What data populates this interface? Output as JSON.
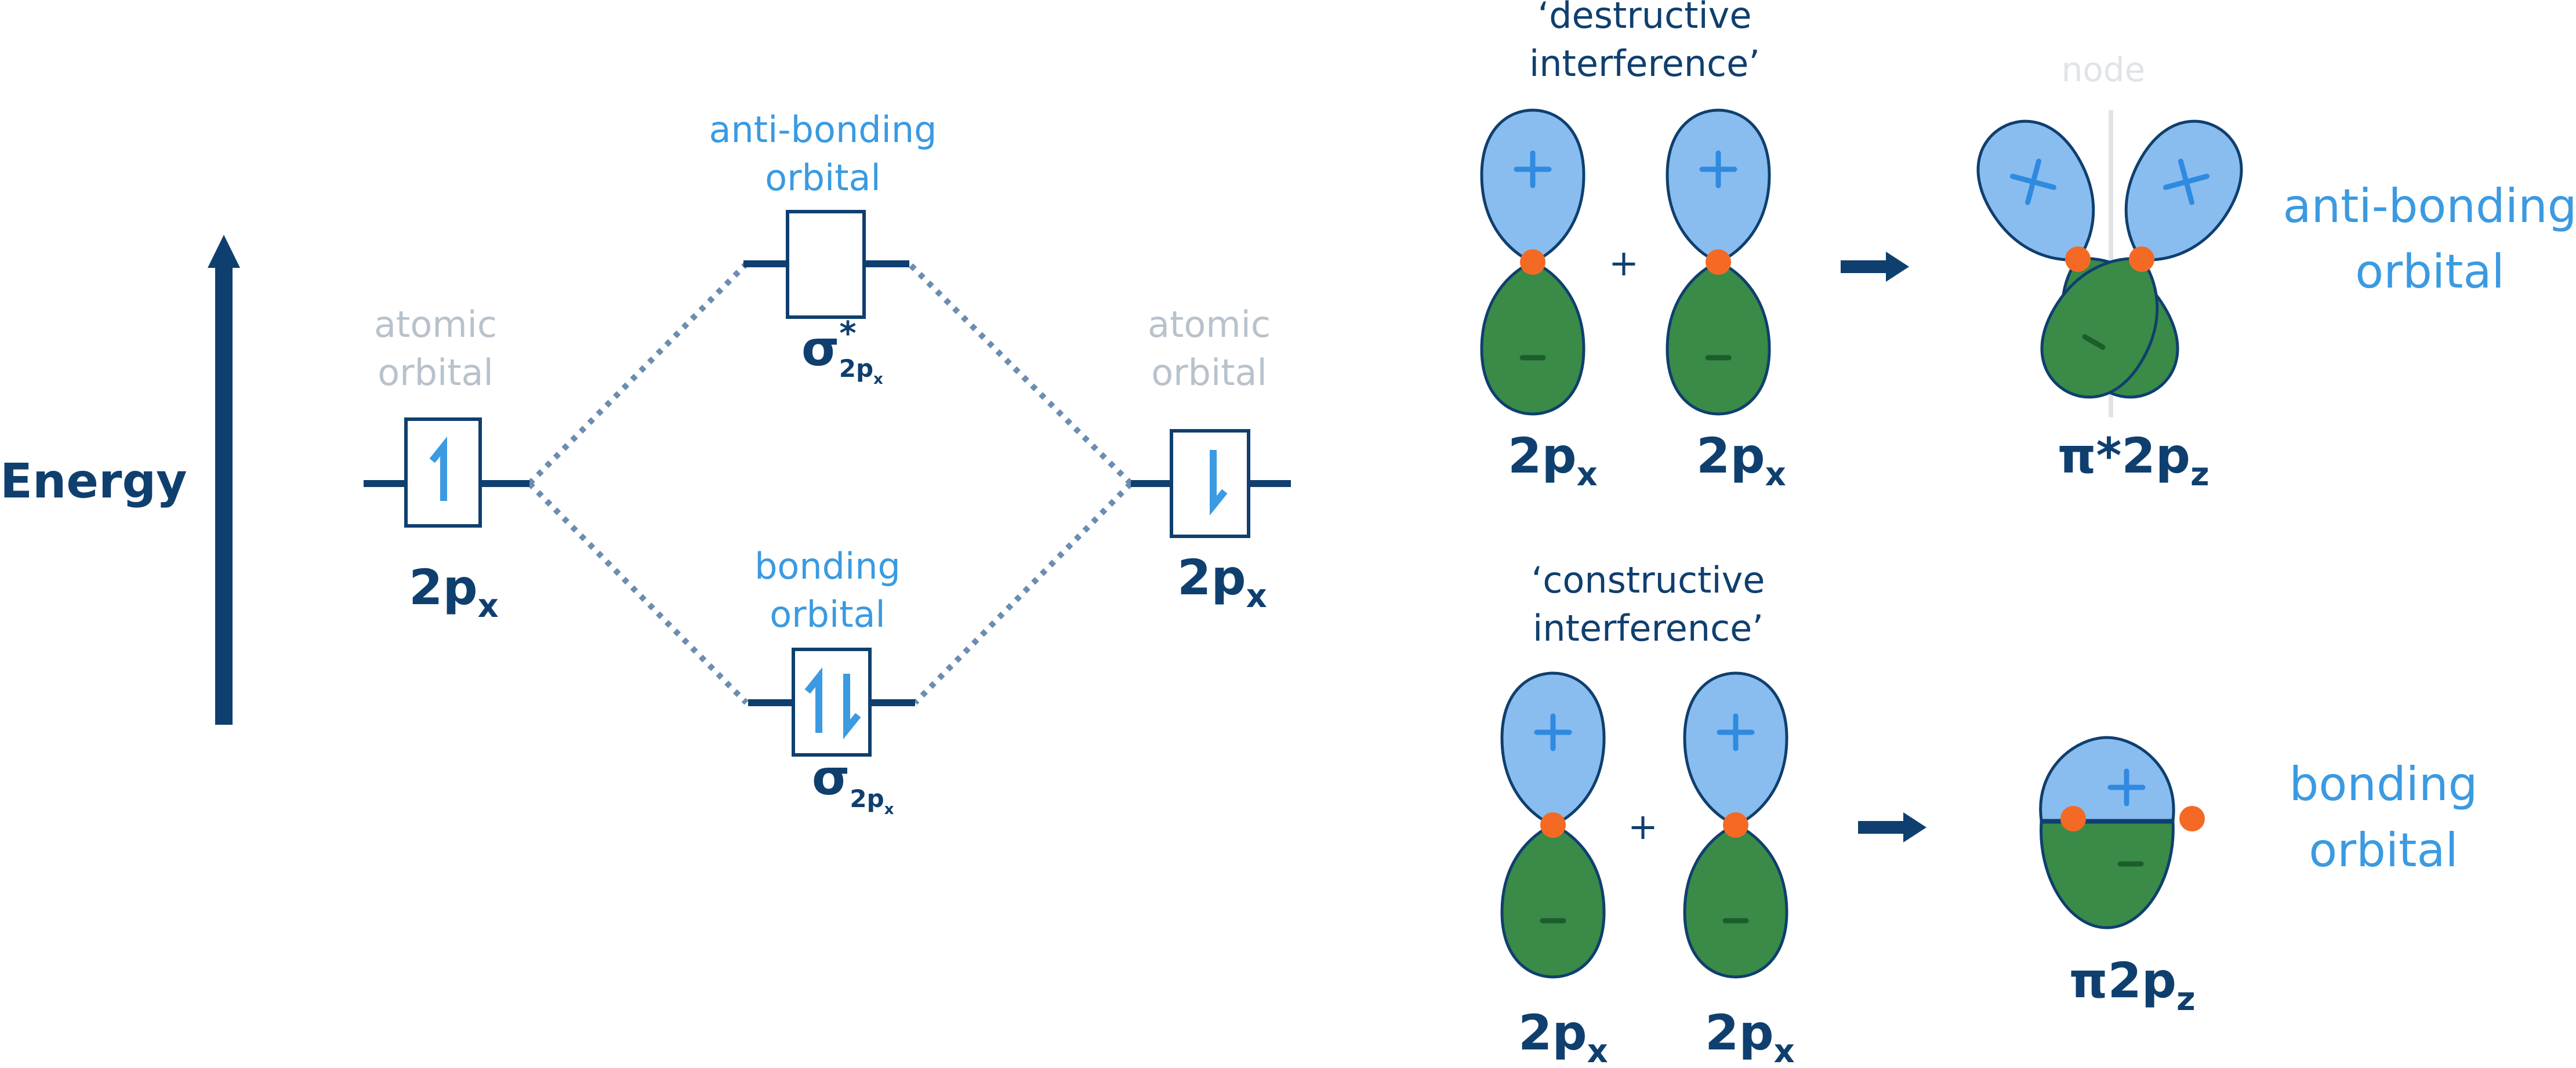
{
  "mo_diagram": {
    "axis_label": "Energy",
    "left_atomic": {
      "caption_line1": "atomic",
      "caption_line2": "orbital",
      "label_main": "2p",
      "label_sub": "x"
    },
    "right_atomic": {
      "caption_line1": "atomic",
      "caption_line2": "orbital",
      "label_main": "2p",
      "label_sub": "x"
    },
    "antibonding": {
      "caption_line1": "anti-bonding",
      "caption_line2": "orbital",
      "symbol": "σ",
      "sup": "*",
      "sub": "2p",
      "subsub": "x"
    },
    "bonding": {
      "caption_line1": "bonding",
      "caption_line2": "orbital",
      "symbol": "σ",
      "sub": "2p",
      "subsub": "x"
    }
  },
  "destructive": {
    "caption_line1": "‘destructive",
    "caption_line2": "interference’",
    "plus": "+",
    "orbital1": {
      "main": "2p",
      "sub": "x"
    },
    "orbital2": {
      "main": "2p",
      "sub": "x"
    },
    "node_label": "node",
    "result": {
      "main": "π*2p",
      "sub": "z"
    },
    "side_line1": "anti-bonding",
    "side_line2": "orbital"
  },
  "constructive": {
    "caption_line1": "‘constructive",
    "caption_line2": "interference’",
    "plus": "+",
    "orbital1": {
      "main": "2p",
      "sub": "x"
    },
    "orbital2": {
      "main": "2p",
      "sub": "x"
    },
    "result": {
      "main": "π2p",
      "sub": "z"
    },
    "side_line1": "bonding",
    "side_line2": "orbital"
  },
  "colors": {
    "dark_navy": "#0f3f6e",
    "accent_blue": "#3b9ae1",
    "lobe_positive": "#89bdf0",
    "lobe_negative": "#3a8a48",
    "contact_point": "#f46a24",
    "muted_grey": "#b8c2cc"
  }
}
